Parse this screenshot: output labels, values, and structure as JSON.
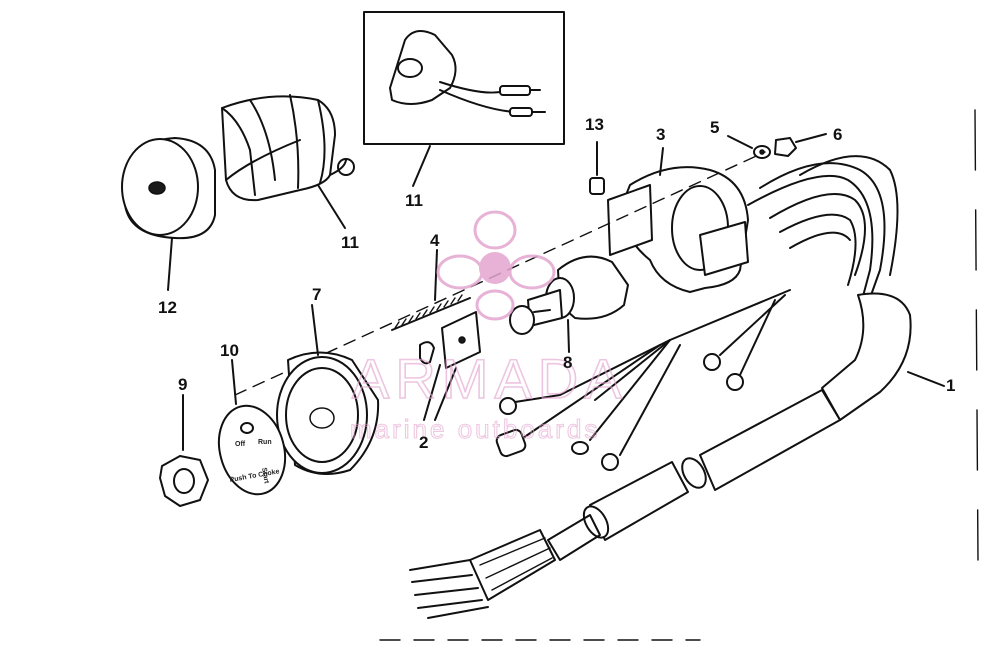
{
  "callouts": {
    "c1": "1",
    "c2": "2",
    "c3": "3",
    "c4": "4",
    "c5": "5",
    "c6": "6",
    "c7": "7",
    "c8": "8",
    "c9": "9",
    "c10": "10",
    "c11_upper": "11",
    "c11_lower": "11",
    "c12": "12",
    "c13": "13"
  },
  "dial_plate": {
    "off": "Off",
    "run": "Run",
    "start": "Start",
    "push_to_choke": "Push To Choke"
  },
  "watermark": {
    "name": "ARMADA",
    "tagline": "marine outboards",
    "color": "#e3a5cf"
  }
}
